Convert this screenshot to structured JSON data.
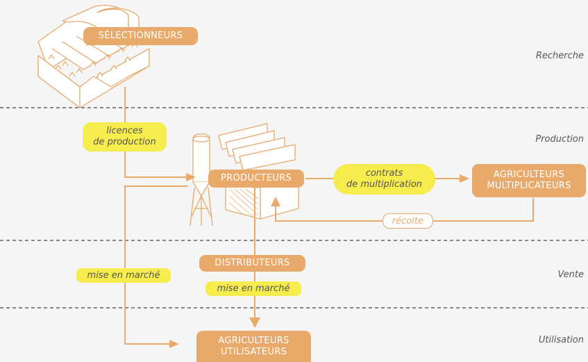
{
  "zones": {
    "recherche": "Recherche",
    "production": "Production",
    "vente": "Vente",
    "utilisation": "Utilisation"
  },
  "nodes": {
    "selectionneurs": "SÉLECTIONNEURS",
    "producteurs": "PRODUCTEURS",
    "agri_multi_line1": "AGRICULTEURS",
    "agri_multi_line2": "MULTIPLICATEURS",
    "distributeurs": "DISTRIBUTEURS",
    "agri_util_line1": "AGRICULTEURS",
    "agri_util_line2": "UTILISATEURS"
  },
  "tags": {
    "licences_line1": "licences",
    "licences_line2": "de production",
    "contrats_line1": "contrats",
    "contrats_line2": "de multiplication",
    "recolte": "récolte",
    "mise_en_marche_left": "mise en marché",
    "mise_en_marche_center": "mise en marché"
  },
  "colors": {
    "node": "#e8a96b",
    "tag": "#f7ec4e",
    "arrow": "#e8a96b",
    "dashed_line": "#444444",
    "background": "#f5f5f5"
  }
}
